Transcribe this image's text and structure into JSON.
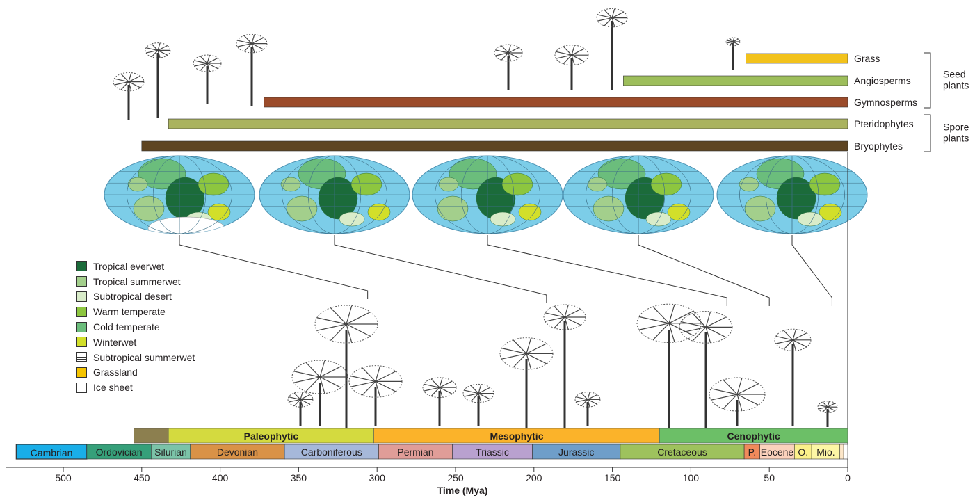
{
  "chart_data": {
    "type": "bar",
    "axis": {
      "title": "Time (Mya)",
      "ticks": [
        500,
        450,
        400,
        350,
        300,
        250,
        200,
        150,
        100,
        50,
        0
      ],
      "range": [
        525,
        0
      ]
    },
    "plant_groups": [
      {
        "name": "Grass",
        "start": 65,
        "end": 0,
        "color": "#f2c21c"
      },
      {
        "name": "Angiosperms",
        "start": 143,
        "end": 0,
        "color": "#9dbe5b"
      },
      {
        "name": "Gymnosperms",
        "start": 372,
        "end": 0,
        "color": "#9b4b2a"
      },
      {
        "name": "Pteridophytes",
        "start": 433,
        "end": 0,
        "color": "#aab35e"
      },
      {
        "name": "Bryophytes",
        "start": 450,
        "end": 0,
        "color": "#5e4522"
      }
    ],
    "group_brackets": [
      {
        "label_lines": [
          "Seed",
          "plants"
        ],
        "members": [
          "Grass",
          "Angiosperms",
          "Gymnosperms"
        ]
      },
      {
        "label_lines": [
          "Spore",
          "plants"
        ],
        "members": [
          "Pteridophytes",
          "Bryophytes"
        ]
      }
    ],
    "eras": [
      {
        "name": "",
        "start": 455,
        "end": 433,
        "color": "#8c7f4f"
      },
      {
        "name": "Paleophytic",
        "start": 433,
        "end": 302,
        "color": "#d4da3f"
      },
      {
        "name": "Mesophytic",
        "start": 302,
        "end": 120,
        "color": "#fbb32a"
      },
      {
        "name": "Cenophytic",
        "start": 120,
        "end": 0,
        "color": "#6cbf67"
      }
    ],
    "periods": [
      {
        "name": "Cambrian",
        "start": 530,
        "end": 485,
        "color": "#19aee8"
      },
      {
        "name": "Ordovician",
        "start": 485,
        "end": 444,
        "color": "#36a07a"
      },
      {
        "name": "Silurian",
        "start": 444,
        "end": 419,
        "color": "#7bc3a8"
      },
      {
        "name": "Devonian",
        "start": 419,
        "end": 359,
        "color": "#d99247"
      },
      {
        "name": "Carboniferous",
        "start": 359,
        "end": 299,
        "color": "#a6b8da"
      },
      {
        "name": "Permian",
        "start": 299,
        "end": 252,
        "color": "#e09d98"
      },
      {
        "name": "Triassic",
        "start": 252,
        "end": 201,
        "color": "#b9a1cf"
      },
      {
        "name": "Jurassic",
        "start": 201,
        "end": 145,
        "color": "#6f9ec9"
      },
      {
        "name": "Cretaceous",
        "start": 145,
        "end": 66,
        "color": "#9ec25d"
      },
      {
        "name": "P.",
        "start": 66,
        "end": 56,
        "color": "#f08a5b"
      },
      {
        "name": "Eocene",
        "start": 56,
        "end": 34,
        "color": "#fbd2bc"
      },
      {
        "name": "O.",
        "start": 34,
        "end": 23,
        "color": "#fbf08a"
      },
      {
        "name": "Mio.",
        "start": 23,
        "end": 5,
        "color": "#fdf6a5"
      },
      {
        "name": "",
        "start": 5,
        "end": 2.6,
        "color": "#fde7c9"
      },
      {
        "name": "",
        "start": 2.6,
        "end": 0,
        "color": "#ffffff"
      }
    ],
    "globes": [
      {
        "time": 306,
        "ice": true
      },
      {
        "time": 192,
        "ice": false
      },
      {
        "time": 77,
        "ice": false
      },
      {
        "time": 50,
        "ice": false
      },
      {
        "time": 10,
        "ice": false
      }
    ]
  },
  "legend": [
    {
      "label": "Tropical everwet",
      "color": "#1b6b3a"
    },
    {
      "label": "Tropical summerwet",
      "color": "#a3cf8c"
    },
    {
      "label": "Subtropical desert",
      "color": "#d9ecc9"
    },
    {
      "label": "Warm temperate",
      "color": "#8dc63f"
    },
    {
      "label": "Cold temperate",
      "color": "#6bbd7c"
    },
    {
      "label": "Winterwet",
      "color": "#d2df2a"
    },
    {
      "label": "Subtropical summerwet",
      "color": "#555555",
      "hatched": true
    },
    {
      "label": "Grassland",
      "color": "#f5c400"
    },
    {
      "label": "Ice sheet",
      "color": "#ffffff"
    }
  ]
}
